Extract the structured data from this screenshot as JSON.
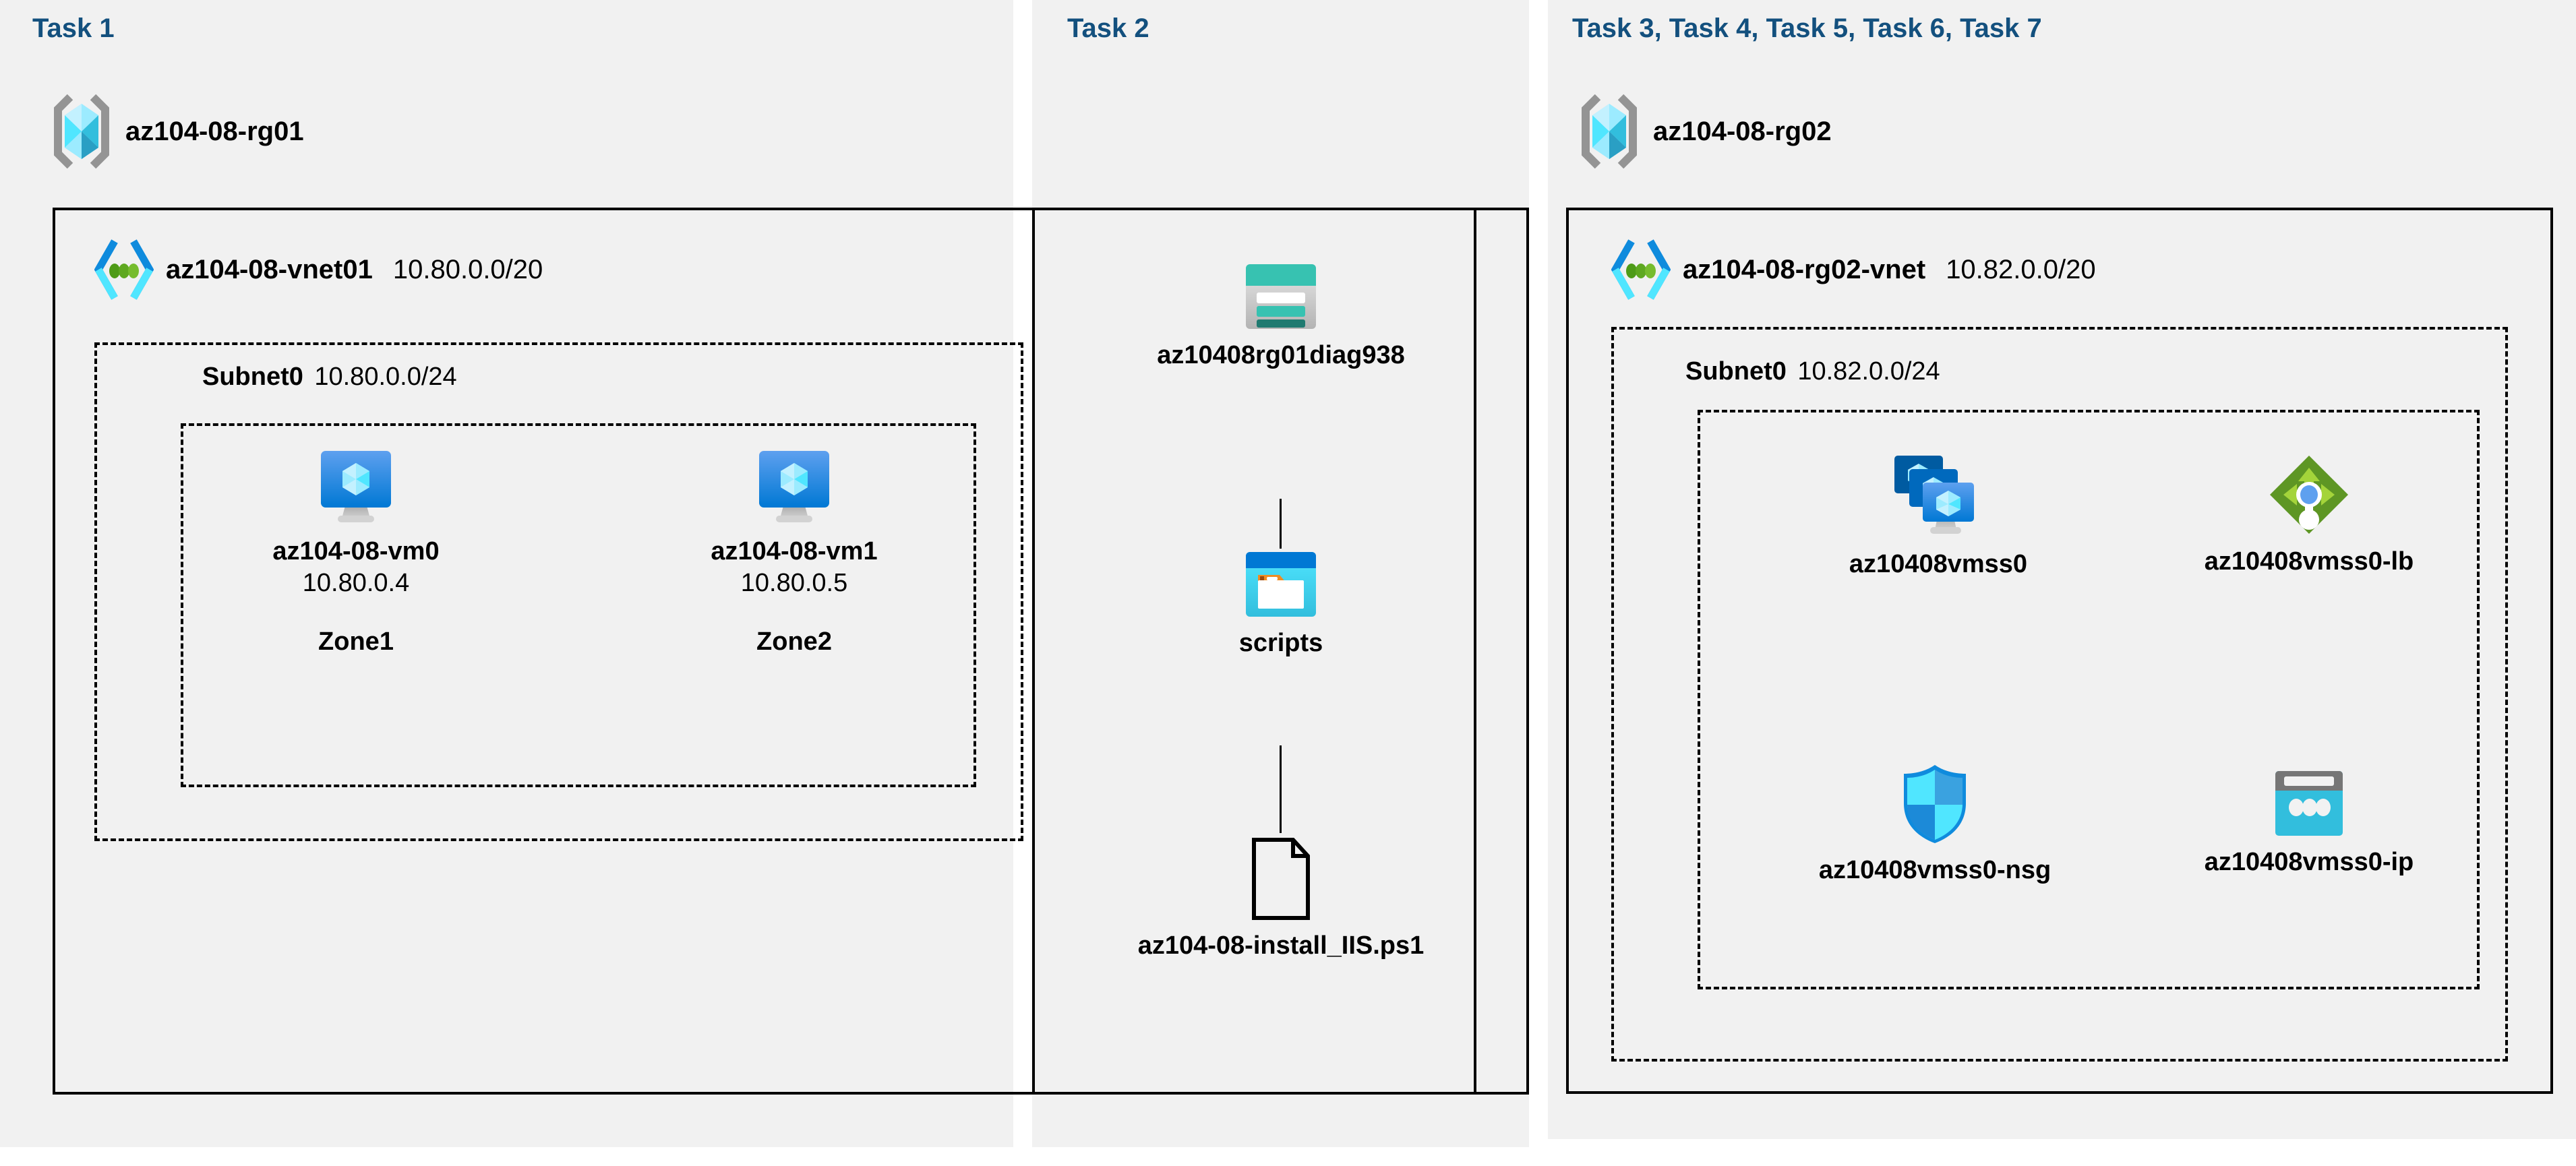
{
  "columns": [
    {
      "id": "task1",
      "header": "Task 1"
    },
    {
      "id": "task2",
      "header": "Task 2"
    },
    {
      "id": "task3",
      "header": "Task 3, Task 4, Task 5, Task 6, Task 7"
    }
  ],
  "colors": {
    "task_header": "#13507e",
    "panel_background": "#f1f1f1",
    "page_background": "#ffffff",
    "border": "#000000",
    "azure_blue": "#0078d4",
    "azure_cyan": "#50e6ff",
    "storage_teal": "#37c2b1",
    "storage_teal_dark": "#1f7a70",
    "lb_green": "#59b4d9",
    "lb_diamond_green": "#5e9624",
    "lb_arrow_green": "#a4d43a",
    "nsg_blue": "#0078d4",
    "ip_cyan": "#32bedd",
    "folder_orange": "#f08c22",
    "rg_bracket_gray": "#949494"
  },
  "task1": {
    "header": "Task 1",
    "resource_group": {
      "name": "az104-08-rg01",
      "icon": "resource-group-icon"
    },
    "vnet": {
      "name": "az104-08-vnet01",
      "cidr": "10.80.0.0/20",
      "icon": "virtual-network-icon"
    },
    "subnet": {
      "name": "Subnet0",
      "cidr": "10.80.0.0/24"
    },
    "vms": [
      {
        "name": "az104-08-vm0",
        "ip": "10.80.0.4",
        "zone": "Zone1",
        "icon": "virtual-machine-icon"
      },
      {
        "name": "az104-08-vm1",
        "ip": "10.80.0.5",
        "zone": "Zone2",
        "icon": "virtual-machine-icon"
      }
    ]
  },
  "task2": {
    "header": "Task 2",
    "items": [
      {
        "name": "az10408rg01diag938",
        "icon": "storage-account-icon"
      },
      {
        "name": "scripts",
        "icon": "blob-container-icon"
      },
      {
        "name": "az104-08-install_IIS.ps1",
        "icon": "file-icon"
      }
    ]
  },
  "task3": {
    "header": "Task 3, Task 4, Task 5, Task 6, Task 7",
    "resource_group": {
      "name": "az104-08-rg02",
      "icon": "resource-group-icon"
    },
    "vnet": {
      "name": "az104-08-rg02-vnet",
      "cidr": "10.82.0.0/20",
      "icon": "virtual-network-icon"
    },
    "subnet": {
      "name": "Subnet0",
      "cidr": "10.82.0.0/24"
    },
    "resources": [
      {
        "name": "az10408vmss0",
        "icon": "vm-scale-set-icon"
      },
      {
        "name": "az10408vmss0-lb",
        "icon": "load-balancer-icon"
      },
      {
        "name": "az10408vmss0-nsg",
        "icon": "network-security-group-icon"
      },
      {
        "name": "az10408vmss0-ip",
        "icon": "public-ip-address-icon"
      }
    ]
  }
}
